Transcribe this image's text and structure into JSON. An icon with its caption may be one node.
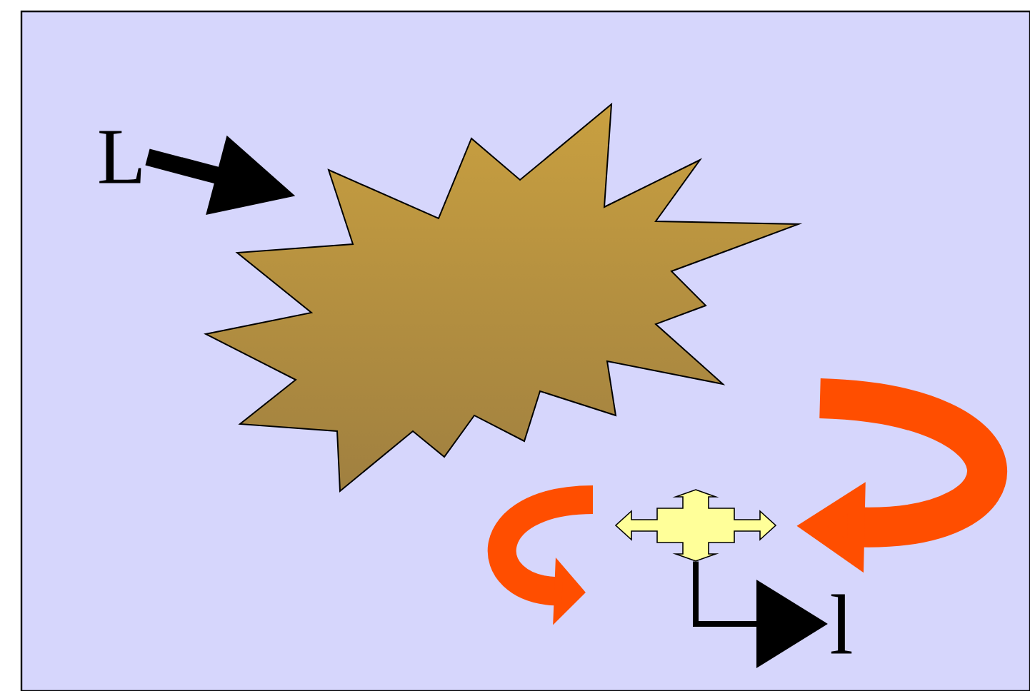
{
  "diagram": {
    "nodes": [
      {
        "text": [
          "L"
        ]
      },
      {
        "text": [],
        "shape": "starburst"
      },
      {
        "text": [],
        "shape": "cross"
      },
      {
        "text": [
          "l"
        ]
      }
    ],
    "edges": [
      {
        "from": 0,
        "to": 1,
        "arrow": "to"
      },
      {
        "from": 2,
        "to": 3,
        "arrow": "to"
      },
      {
        "from": null,
        "to": 2,
        "arrow": "to",
        "style": "thick",
        "color": "#ff4e00"
      }
    ]
  }
}
